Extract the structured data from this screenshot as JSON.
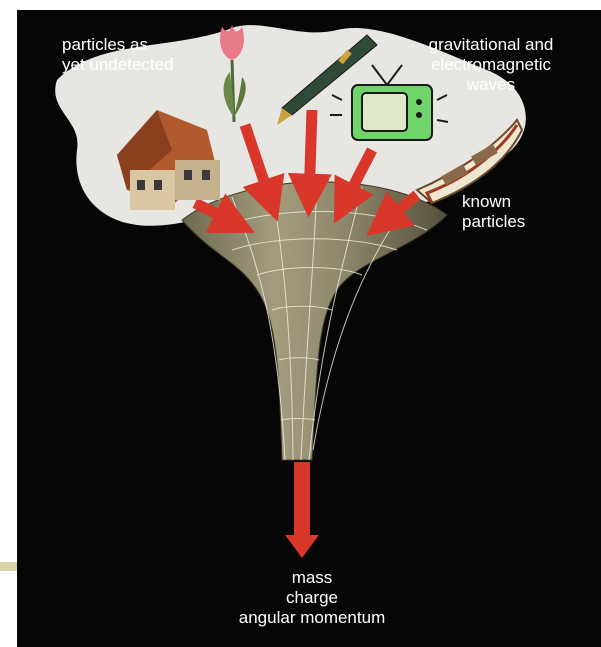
{
  "labels": {
    "particles_undetected": "particles as\nyet undetected",
    "waves": "gravitational and\nelectromagnetic\nwaves",
    "known_particles": "known\nparticles",
    "properties": "mass\ncharge\nangular momentum"
  },
  "icons": [
    "house-icon",
    "tulip-icon",
    "pen-icon",
    "television-icon",
    "boat-icon"
  ],
  "colors": {
    "background": "#060606",
    "funnel": "#8c8568",
    "arrow": "#d8372a",
    "label_text": "#ffffff"
  }
}
